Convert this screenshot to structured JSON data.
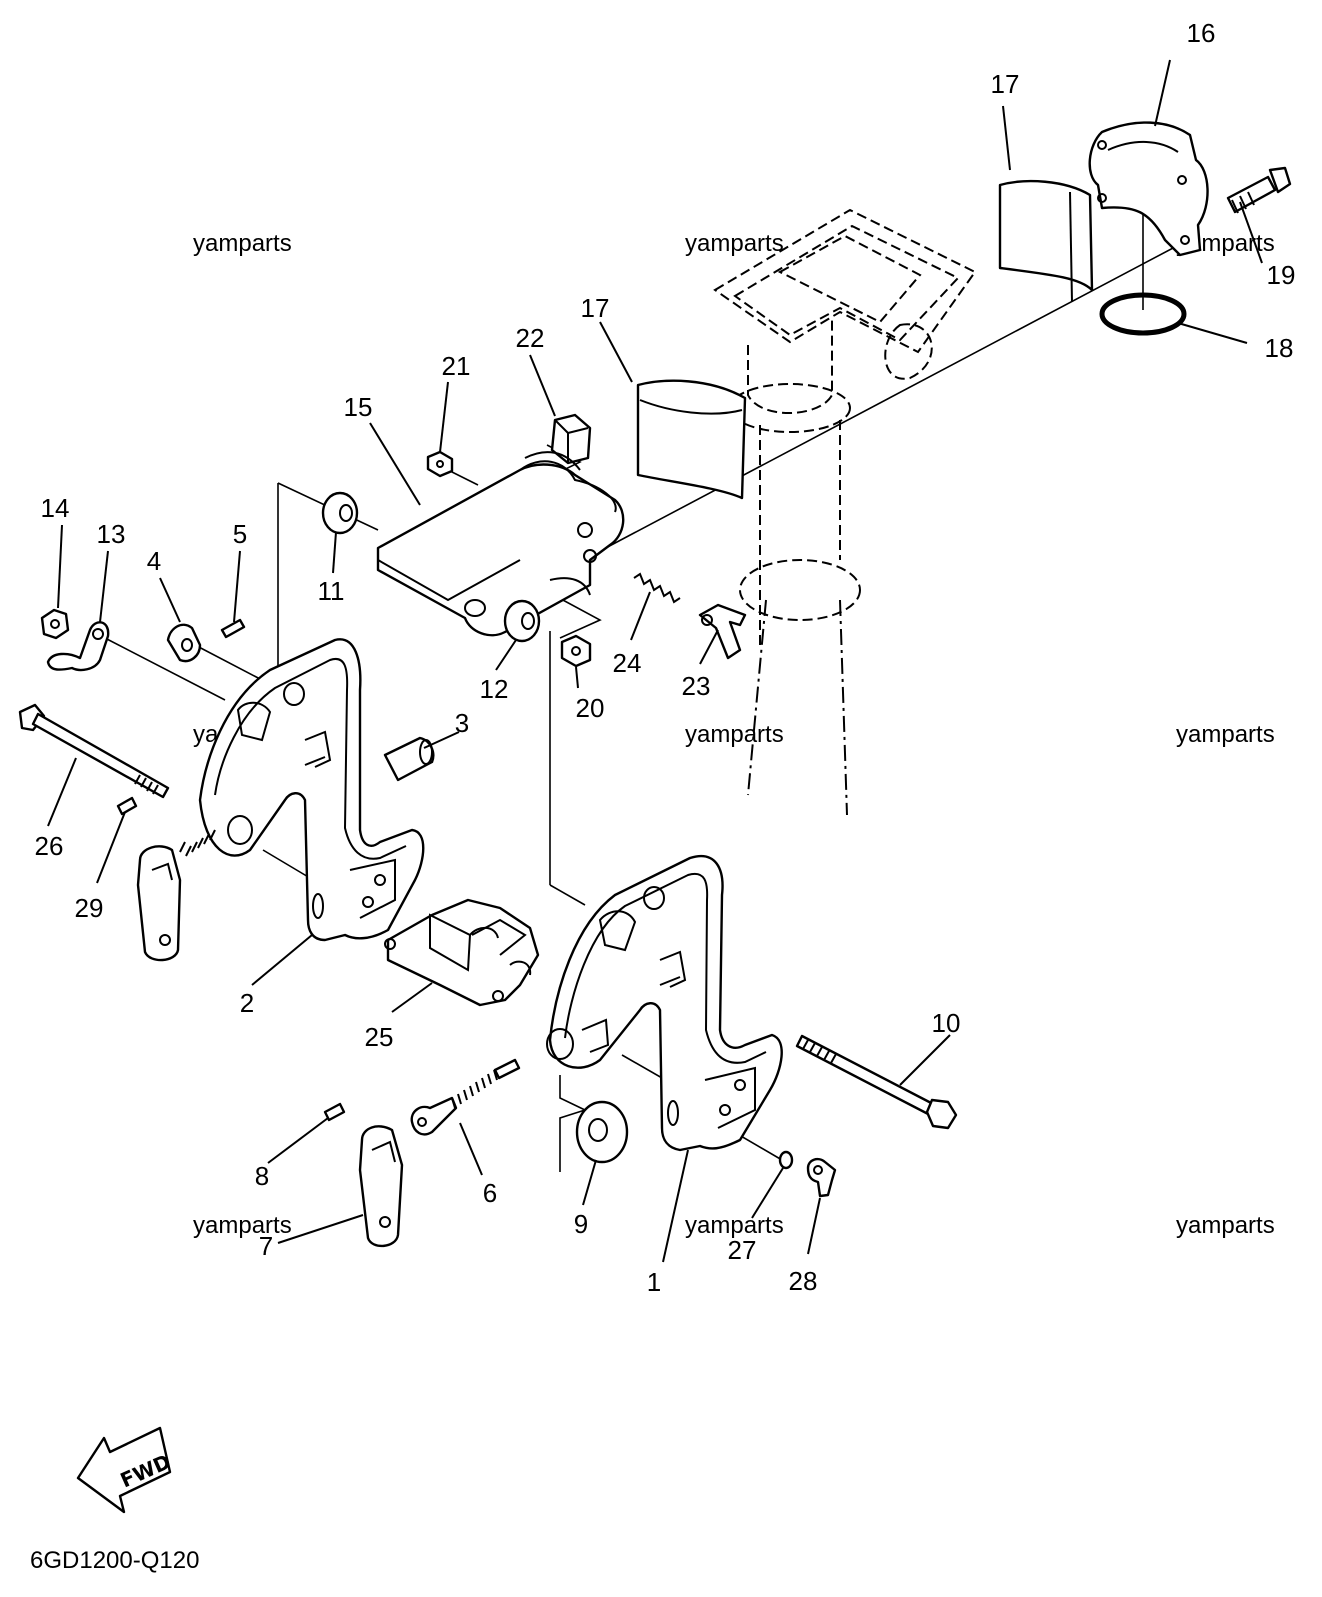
{
  "diagram": {
    "callouts": [
      "1",
      "2",
      "3",
      "4",
      "5",
      "6",
      "7",
      "8",
      "9",
      "10",
      "11",
      "12",
      "13",
      "14",
      "15",
      "16",
      "17",
      "17",
      "18",
      "19",
      "20",
      "21",
      "22",
      "23",
      "24",
      "25",
      "26",
      "27",
      "28",
      "29"
    ],
    "watermarks": [
      "yamparts",
      "yamparts",
      "yamparts",
      "yamparts",
      "yamparts",
      "yamparts",
      "yamparts",
      "yamparts",
      "yamparts"
    ],
    "fwd_label": "FWD",
    "diagram_code": "6GD1200-Q120"
  }
}
